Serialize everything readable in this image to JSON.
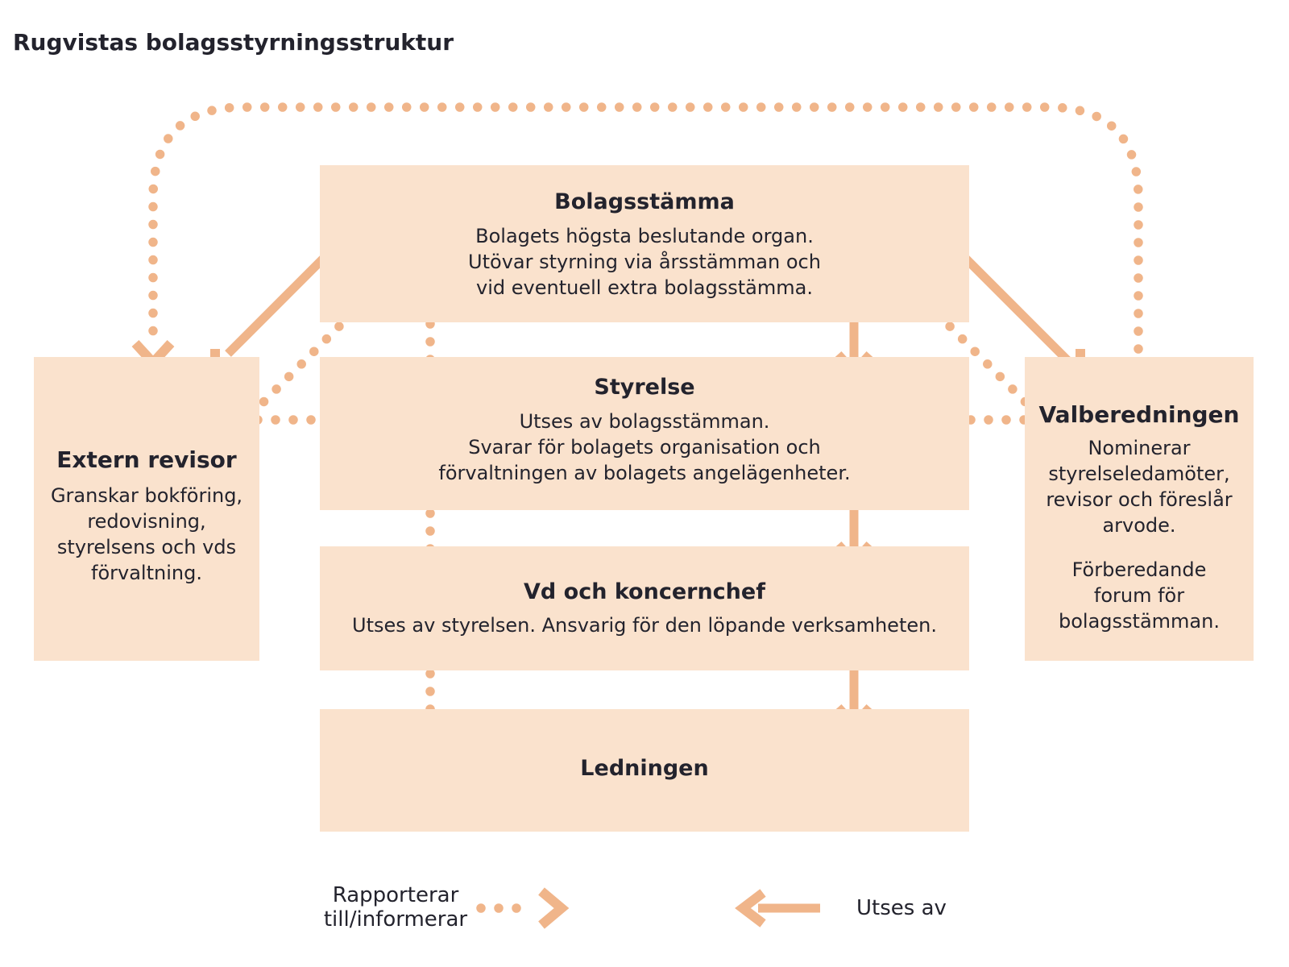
{
  "title": "Rugvistas bolagsstyrningsstruktur",
  "colors": {
    "box_fill": "#fae2cd",
    "arrow": "#f0b58a",
    "text": "#23232d",
    "background": "#ffffff"
  },
  "boxes": {
    "bolagsstamma": {
      "title": "Bolagsstämma",
      "lines": [
        "Bolagets högsta beslutande organ.",
        "Utövar styrning via årsstämman och",
        "vid eventuell extra bolagsstämma."
      ]
    },
    "styrelse": {
      "title": "Styrelse",
      "lines": [
        "Utses av bolagsstämman.",
        "Svarar för bolagets organisation och",
        "förvaltningen av bolagets angelägenheter."
      ]
    },
    "vd": {
      "title": "Vd och koncernchef",
      "lines": [
        "Utses av styrelsen. Ansvarig för den löpande verksamheten."
      ]
    },
    "ledningen": {
      "title": "Ledningen"
    },
    "extern_revisor": {
      "title": "Extern revisor",
      "lines": [
        "Granskar bokföring,",
        "redovisning,",
        "styrelsens och vds",
        "förvaltning."
      ]
    },
    "valberedningen": {
      "title": "Valberedningen",
      "para1": [
        "Nominerar",
        "styrelseledamöter,",
        "revisor och föreslår",
        "arvode."
      ],
      "para2": [
        "Förberedande",
        "forum för",
        "bolagsstämman."
      ]
    }
  },
  "legend": {
    "dotted": {
      "line1": "Rapporterar",
      "line2": "till/informerar"
    },
    "solid_label": "Utses av"
  }
}
